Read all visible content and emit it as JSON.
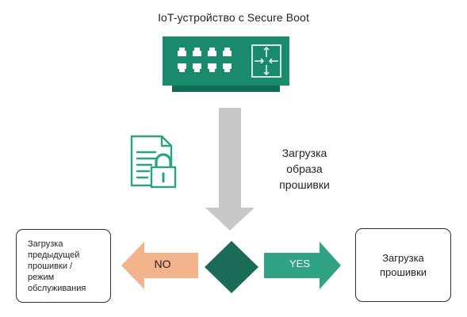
{
  "title": "IoT-устройство с Secure Boot",
  "upload_label": [
    "Загрузка",
    "образа",
    "прошивки"
  ],
  "previous_box": [
    "Загрузка",
    "предыдущей",
    "прошивки /",
    "режим",
    "обслуживания"
  ],
  "firmware_box": [
    "Загрузка",
    "прошивки"
  ],
  "no_label": "NO",
  "yes_label": "YES",
  "colors": {
    "device_green": "#1a8a6d",
    "device_dark": "#136b53",
    "diamond": "#1b6c56",
    "yes_arrow": "#2fa383",
    "no_arrow": "#f3b48c",
    "down_arrow": "#c8c8c8",
    "icon_green": "#2aa37f"
  },
  "icons": {
    "device": "router-icon",
    "document": "locked-document-icon",
    "decision": "decision-diamond"
  }
}
